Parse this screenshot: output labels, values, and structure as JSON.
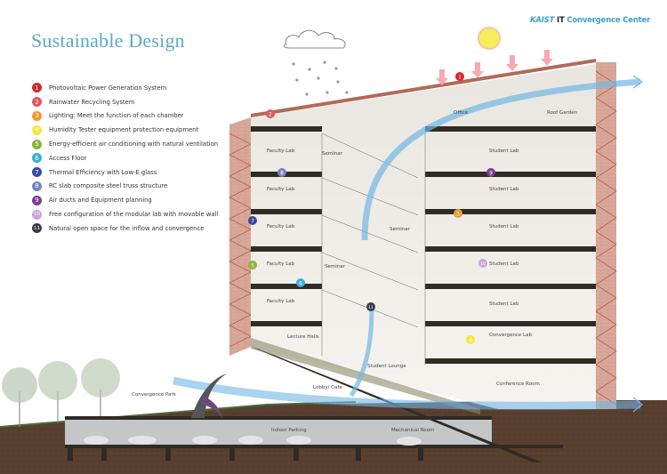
{
  "title": "Sustainable Design",
  "brand": {
    "logo": "KAIST",
    "prefix": "IT",
    "name": "Convergence Center"
  },
  "legend": [
    {
      "num": "1",
      "text": "Photovoltaic Power Generation System",
      "color": "#d7262e"
    },
    {
      "num": "2",
      "text": "Rainwater Recycling System",
      "color": "#e0585e"
    },
    {
      "num": "3",
      "text": "Lighting: Meet the function of each chamber",
      "color": "#f29a2e"
    },
    {
      "num": "4",
      "text": "Humidity Tester equipment protection equipment",
      "color": "#f1ea3c"
    },
    {
      "num": "5",
      "text": "Energy-efficient air conditioning with natural ventilation",
      "color": "#8ab43a"
    },
    {
      "num": "6",
      "text": "Access Floor",
      "color": "#3ab0d2"
    },
    {
      "num": "7",
      "text": "Thermal Efficiency with Low-E glass",
      "color": "#3a4a9a"
    },
    {
      "num": "8",
      "text": "RC slab composite steel truss structure",
      "color": "#7a82bc"
    },
    {
      "num": "9",
      "text": "Air ducts and Equipment planning",
      "color": "#7e3a96"
    },
    {
      "num": "10",
      "text": "Free configuration of the modular lab with movable wall",
      "color": "#c8a6d8"
    },
    {
      "num": "11",
      "text": "Natural open space for the inflow and convergence",
      "color": "#3a3a48"
    }
  ],
  "rooms": {
    "office": "Office",
    "roof_garden": "Roof Garden",
    "faculty_lab": "Faculty Lab",
    "seminar": "Seminar",
    "student_lab": "Student Lab",
    "convergence_lab": "Convergence Lab",
    "lecture_halls": "Lecture Halls",
    "student_lounge": "Student Lounge",
    "lobby_cafe": "Lobby/ Cafe",
    "conference_room": "Conference Room",
    "convergence_park": "Convergence Park",
    "indoor_parking": "Indoor Parking",
    "mechanical_room": "Mechanical Room"
  },
  "markers": {
    "m1": "1",
    "m2": "2",
    "m3": "3",
    "m4": "4",
    "m5": "5",
    "m6": "6",
    "m7": "7",
    "m8": "8",
    "m9": "9",
    "m10": "10",
    "m11": "11"
  }
}
